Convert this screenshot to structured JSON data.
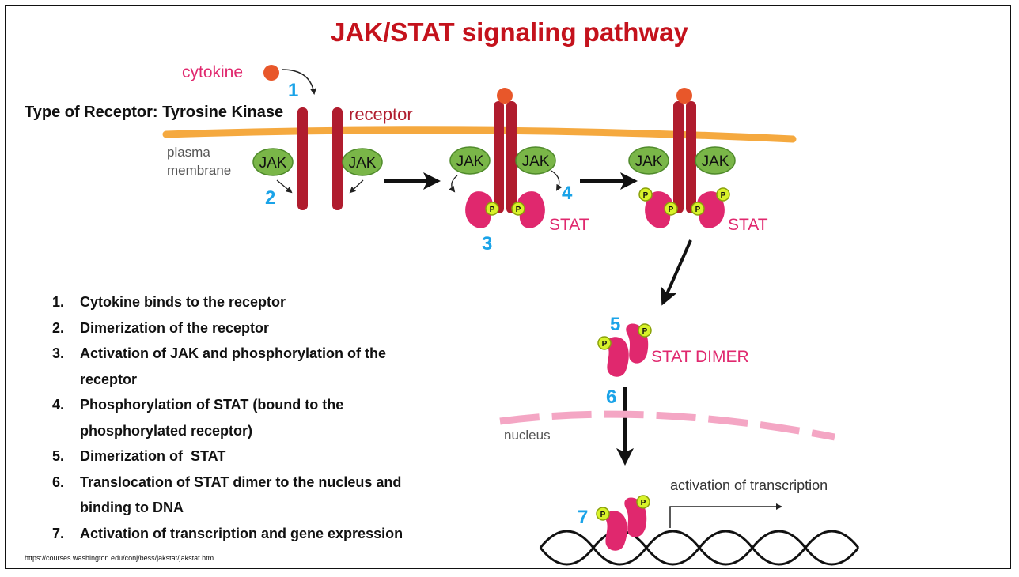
{
  "title": "JAK/STAT signaling pathway",
  "receptor_type": "Type of Receptor: Tyrosine Kinase",
  "labels": {
    "cytokine": "cytokine",
    "receptor": "receptor",
    "plasma": "plasma",
    "membrane": "membrane",
    "jak": "JAK",
    "stat": "STAT",
    "phospho": "P",
    "stat_dimer": "STAT DIMER",
    "nucleus": "nucleus",
    "activation_of_transcription": "activation of transcription"
  },
  "step_markers": [
    "1",
    "2",
    "3",
    "4",
    "5",
    "6",
    "7"
  ],
  "steps": [
    {
      "num": "1.",
      "text": "Cytokine binds to the receptor"
    },
    {
      "num": "2.",
      "text": "Dimerization of the receptor"
    },
    {
      "num": "3.",
      "text": "Activation of JAK and phosphorylation of the receptor"
    },
    {
      "num": "4.",
      "text": "Phosphorylation of STAT (bound to the phosphorylated receptor)"
    },
    {
      "num": "5.",
      "text": "Dimerization of  STAT"
    },
    {
      "num": "6.",
      "text": "Translocation of STAT dimer to the nucleus and binding to DNA"
    },
    {
      "num": "7.",
      "text": "Activation of transcription and gene expression"
    }
  ],
  "source": "https://courses.washington.edu/conj/bess/jakstat/jakstat.htm",
  "colors": {
    "title": "#c4121c",
    "receptor": "#b01c2e",
    "membrane": "#f5a93f",
    "jak": "#7ab648",
    "stat": "#e0286e",
    "phospho": "#d8f22a",
    "step_number": "#1aa3e8",
    "cytokine": "#e8572a",
    "nucleus": "#f4a6c4"
  }
}
